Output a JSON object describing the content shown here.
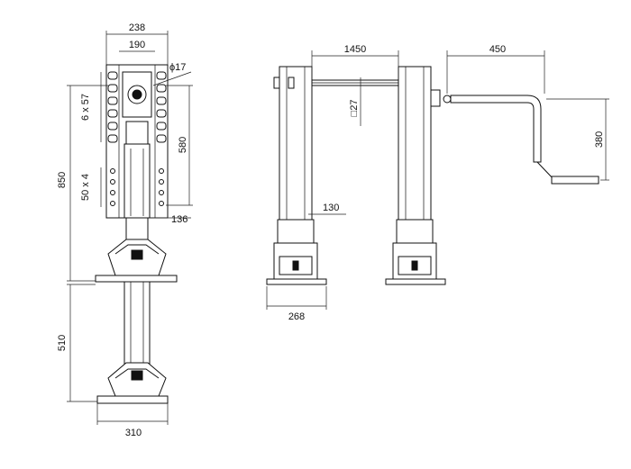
{
  "dimensions": {
    "top_width_outer": "238",
    "top_width_inner": "190",
    "hole_diameter": "ϕ17",
    "hole_pattern_upper": "6 x 57",
    "hole_pattern_lower": "50 x 4",
    "total_height": "850",
    "hole_span": "580",
    "column_width": "136",
    "extension": "510",
    "foot_width": "310",
    "shaft_length": "1450",
    "shaft_square": "□27",
    "tube_size": "130",
    "base_plate": "268",
    "crank_reach": "450",
    "crank_drop": "380"
  }
}
